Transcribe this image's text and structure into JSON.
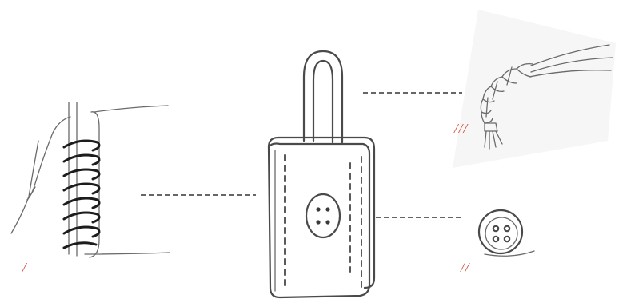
{
  "labels": {
    "step_1": "/",
    "step_2": "//",
    "step_3": "///"
  },
  "colors": {
    "label_red": "#d04a3a",
    "pencil_grey": "#4a4a4a",
    "thread_black": "#1c1c1c",
    "background": "#ffffff"
  },
  "illustration": {
    "center_object": "fabric-pouch-with-loop",
    "detail_left": "whip-stitch-edge",
    "detail_right_top": "braided-cord",
    "detail_right_bottom": "four-hole-button"
  }
}
